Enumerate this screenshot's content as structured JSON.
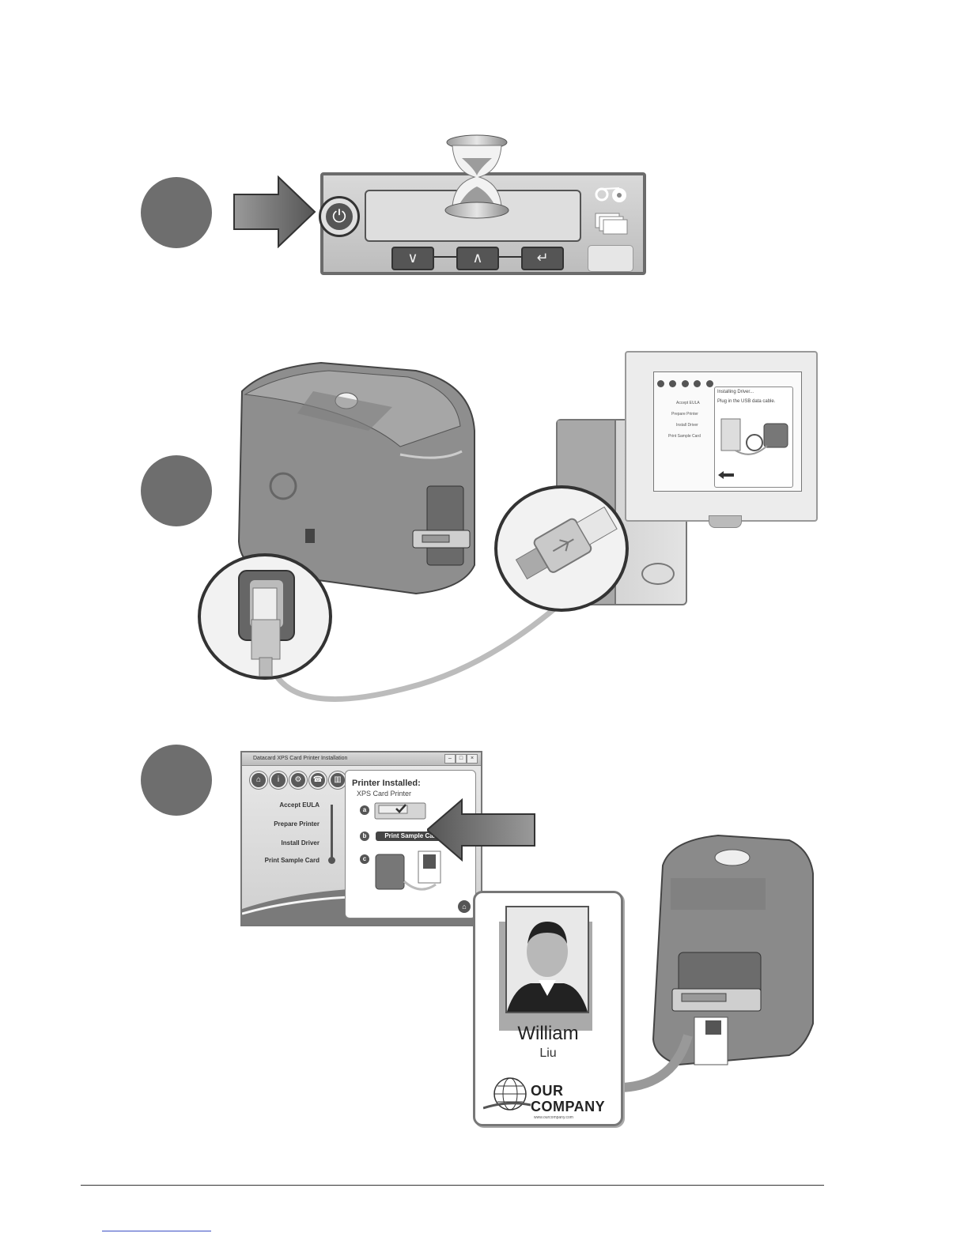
{
  "steps": {
    "step1": {
      "panel_buttons": [
        "down",
        "up",
        "enter"
      ]
    },
    "step2": {
      "monitor_dialog": {
        "title": "Installing Driver...",
        "instruction": "Plug in the USB data cable.",
        "steps": [
          "Accept EULA",
          "Prepare Printer",
          "Install Driver",
          "Print Sample Card"
        ]
      }
    },
    "step3": {
      "window_title": "Datacard XPS Card Printer Installation",
      "steps": [
        "Accept EULA",
        "Prepare Printer",
        "Install Driver",
        "Print Sample Card"
      ],
      "heading": "Printer Installed:",
      "subheading": "XPS Card Printer",
      "letters": [
        "a",
        "b",
        "c"
      ],
      "print_button": "Print Sample Card",
      "card": {
        "first_name": "William",
        "last_name": "Liu",
        "company_line1": "OUR",
        "company_line2": "COMPANY",
        "url": "www.ourcompany.com"
      }
    }
  },
  "colors": {
    "step_circle": "#6e6e6e",
    "accent": "#555555"
  }
}
